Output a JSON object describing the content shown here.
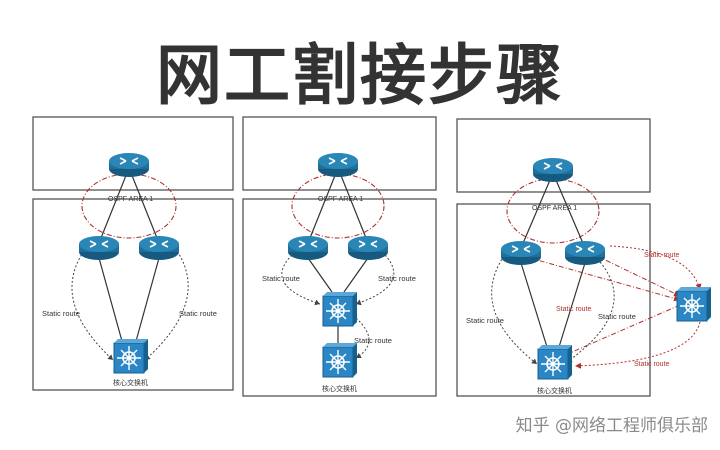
{
  "title": "网工割接步骤",
  "watermark": "知乎 @网络工程师俱乐部",
  "colors": {
    "frame": "#555555",
    "router": "#1f6f9a",
    "switch": "#2a86c4",
    "ospf_link": "#b03030",
    "static_link": "#444444"
  },
  "panel1": {
    "ospf_label": "OSPF AREA 1",
    "static_left": "Static route",
    "static_right": "Static route",
    "core_label": "核心交换机"
  },
  "panel2": {
    "ospf_label": "OSPF AREA 1",
    "static_left": "Static route",
    "static_right": "Static route",
    "static_mid": "Static route",
    "core_label": "核心交换机"
  },
  "panel3": {
    "ospf_label": "OSPF AREA 1",
    "static_left": "Static route",
    "static_right": "Static route",
    "static_top_right": "Static route",
    "static_mid": "Static route",
    "static_bottom": "Static route",
    "core_label": "核心交换机"
  }
}
